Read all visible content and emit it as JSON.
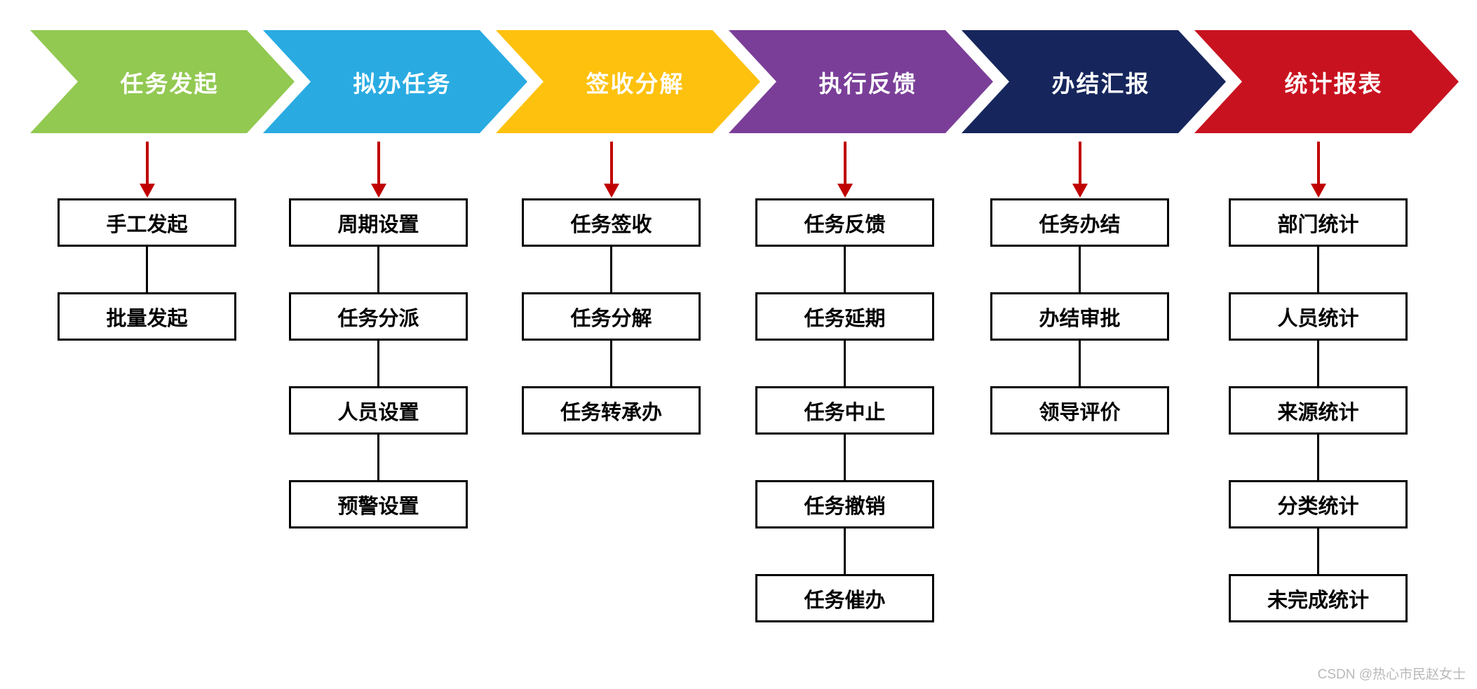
{
  "diagram_title": "",
  "watermark": "CSDN @热心市民赵女士",
  "colors": {
    "stage_green": "#92c951",
    "stage_blue": "#29abe2",
    "stage_gold": "#fec10e",
    "stage_purple": "#7a3e98",
    "stage_navy": "#16265c",
    "stage_red": "#c9121f",
    "flow_arrow_red": "#c00000",
    "box_border": "#000000",
    "watermark_gray": "#b9b9b9"
  },
  "stages": [
    {
      "label": "任务发起",
      "color": "#92c951",
      "items": [
        "手工发起",
        "批量发起"
      ]
    },
    {
      "label": "拟办任务",
      "color": "#29abe2",
      "items": [
        "周期设置",
        "任务分派",
        "人员设置",
        "预警设置"
      ]
    },
    {
      "label": "签收分解",
      "color": "#fec10e",
      "items": [
        "任务签收",
        "任务分解",
        "任务转承办"
      ]
    },
    {
      "label": "执行反馈",
      "color": "#7a3e98",
      "items": [
        "任务反馈",
        "任务延期",
        "任务中止",
        "任务撤销",
        "任务催办"
      ]
    },
    {
      "label": "办结汇报",
      "color": "#16265c",
      "items": [
        "任务办结",
        "办结审批",
        "领导评价"
      ]
    },
    {
      "label": "统计报表",
      "color": "#c9121f",
      "items": [
        "部门统计",
        "人员统计",
        "来源统计",
        "分类统计",
        "未完成统计"
      ]
    }
  ]
}
